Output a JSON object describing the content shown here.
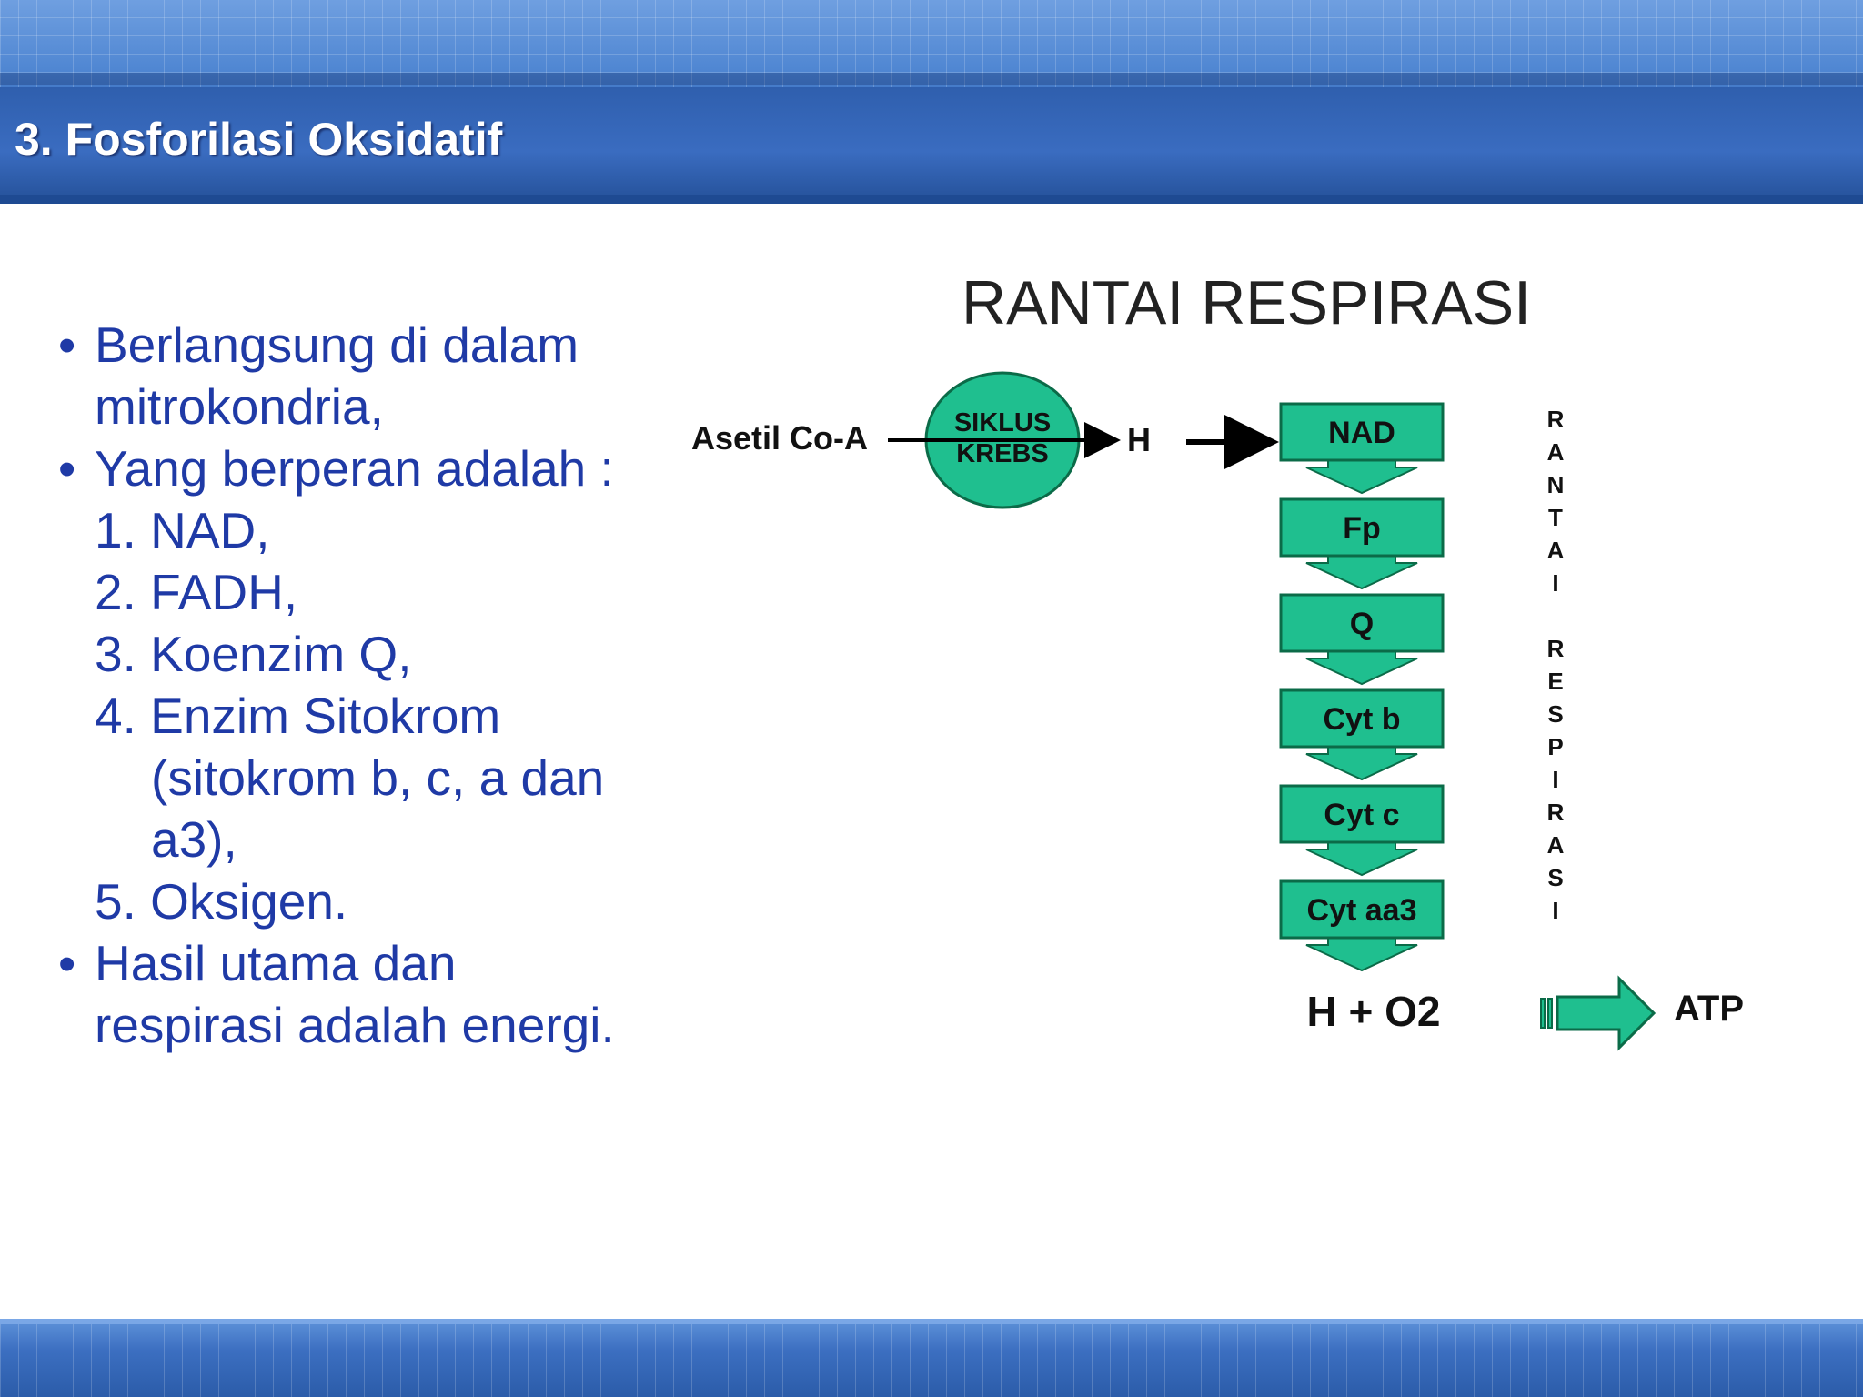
{
  "slide": {
    "title": "3. Fosforilasi Oksidatif"
  },
  "bullets": [
    {
      "text": "Berlangsung di dalam mitrokondria,"
    },
    {
      "text": "Yang berperan adalah :"
    },
    {
      "num": "1. NAD,"
    },
    {
      "num": "2. FADH,"
    },
    {
      "num": "3. Koenzim Q,"
    },
    {
      "num": "4. Enzim Sitokrom",
      "cont": "(sitokrom b, c, a dan a3),"
    },
    {
      "num": "5. Oksigen."
    },
    {
      "text": "Hasil utama dan respirasi adalah energi."
    }
  ],
  "diagram": {
    "title": "RANTAI RESPIRASI",
    "start_label": "Asetil Co-A",
    "cycle_label_1": "SIKLUS",
    "cycle_label_2": "KREBS",
    "h_label": "H",
    "chain": [
      "NAD",
      "Fp",
      "Q",
      "Cyt b",
      "Cyt c",
      "Cyt aa3"
    ],
    "final_left": "H + O2",
    "final_right": "ATP",
    "vertical_label": "RANTAI RESPIRASI",
    "colors": {
      "box_fill": "#1fbf8f",
      "text": "#111111",
      "bullet_text": "#1f3aa6"
    }
  }
}
